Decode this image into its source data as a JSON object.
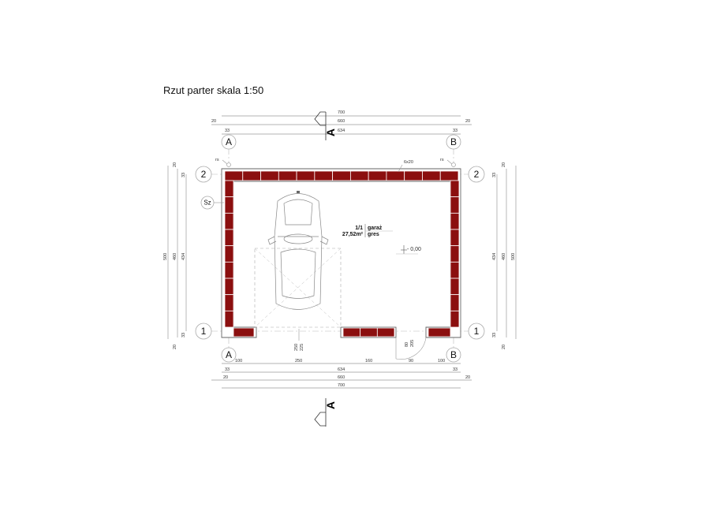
{
  "title": "Rzut parter skala 1:50",
  "section_marker": "A",
  "axes": {
    "col_left": "A",
    "col_right": "B",
    "row_top": "2",
    "row_bottom": "1",
    "wall_tag": "Sz",
    "rs": "rs"
  },
  "brick_label": "6x20",
  "top_dims": {
    "overall": "700",
    "mid": "660",
    "inner": "634",
    "side_20": "20",
    "side_33": "33"
  },
  "bottom_dims": {
    "segments": [
      "100",
      "250",
      "160",
      "90",
      "100"
    ],
    "inner": "634",
    "mid": "660",
    "overall": "700",
    "side_33": "33",
    "side_20": "20"
  },
  "side_dims": {
    "overall": "500",
    "mid": "460",
    "inner": "434",
    "d20": "20",
    "d33": "33"
  },
  "opening_dims": {
    "gate_w": "250",
    "gate_h": "225",
    "door_w": "80",
    "door_h": "205"
  },
  "room": {
    "number": "1/1",
    "name": "garaż",
    "area": "27,52m²",
    "floor": "gres"
  },
  "level": "- 0,00"
}
